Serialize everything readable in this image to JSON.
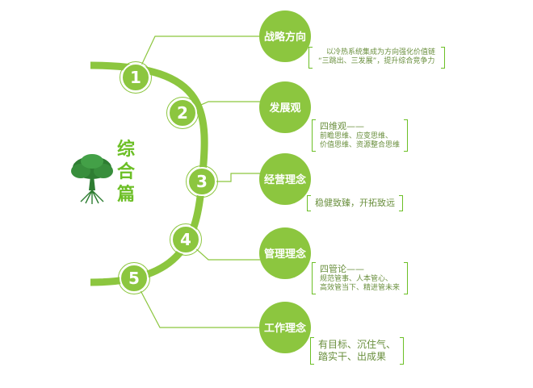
{
  "side_title": [
    "综",
    "合",
    "篇"
  ],
  "items": [
    {
      "num": "1",
      "title": "战略方向",
      "desc": [
        "以冷热系统集成为方向强化价值链",
        "“三跳出、三发展”，提升综合竞争力"
      ]
    },
    {
      "num": "2",
      "title": "发展观",
      "desc": [
        "四维观——",
        "前瞻思维、应变思维、",
        "价值思维、资源整合思维"
      ]
    },
    {
      "num": "3",
      "title": "经营理念",
      "desc": [
        "稳健致臻，开拓致远"
      ]
    },
    {
      "num": "4",
      "title": "管理理念",
      "desc": [
        "四管论——",
        "规范管事、人本管心、",
        "高效管当下、精进管未来"
      ]
    },
    {
      "num": "5",
      "title": "工作理念",
      "desc": [
        "有目标、沉住气、",
        "踏实干、出成果"
      ]
    }
  ],
  "colors": {
    "green": "#8cc63f",
    "dark_green": "#6cbf26",
    "text": "#6a8f3e",
    "tree": "#2e7d32"
  },
  "icons": [
    "tree-icon"
  ]
}
